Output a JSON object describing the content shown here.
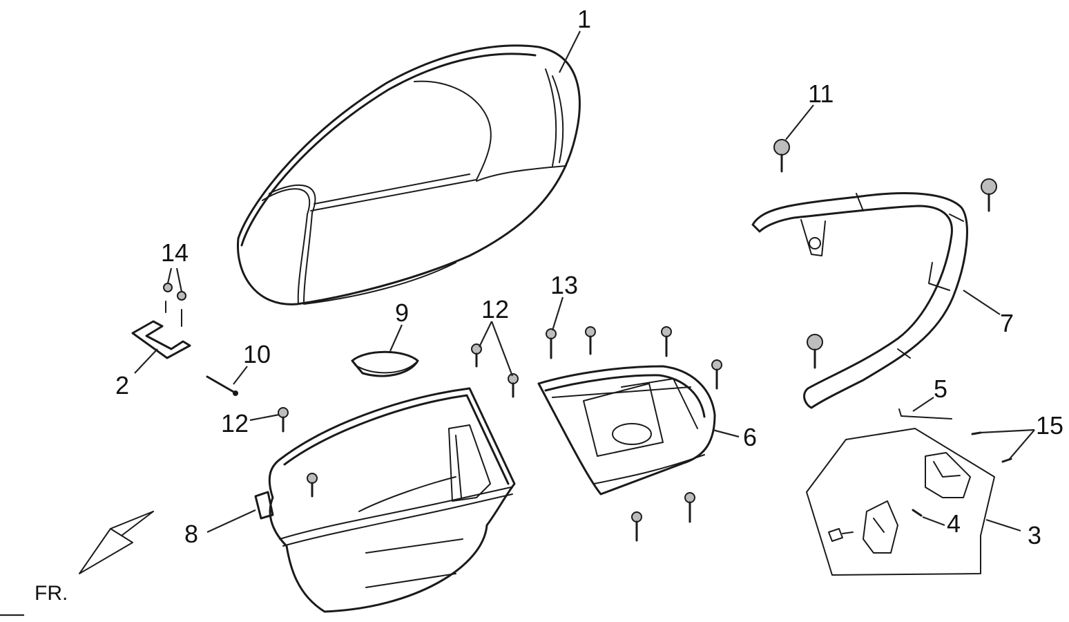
{
  "diagram": {
    "direction_label": "FR.",
    "callouts": [
      {
        "id": "c1",
        "label": "1"
      },
      {
        "id": "c2",
        "label": "2"
      },
      {
        "id": "c3",
        "label": "3"
      },
      {
        "id": "c4",
        "label": "4"
      },
      {
        "id": "c5",
        "label": "5"
      },
      {
        "id": "c6",
        "label": "6"
      },
      {
        "id": "c7",
        "label": "7"
      },
      {
        "id": "c8",
        "label": "8"
      },
      {
        "id": "c9",
        "label": "9"
      },
      {
        "id": "c10",
        "label": "10"
      },
      {
        "id": "c11",
        "label": "11"
      },
      {
        "id": "c12a",
        "label": "12"
      },
      {
        "id": "c12b",
        "label": "12"
      },
      {
        "id": "c13",
        "label": "13"
      },
      {
        "id": "c14",
        "label": "14"
      },
      {
        "id": "c15",
        "label": "15"
      }
    ]
  }
}
